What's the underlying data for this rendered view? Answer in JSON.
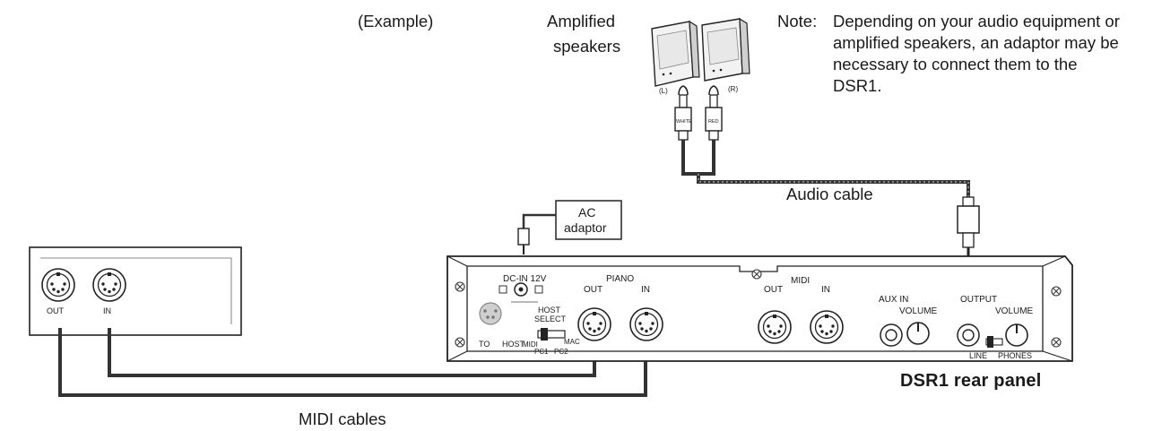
{
  "labels": {
    "example": "(Example)",
    "amplified_speakers_line1": "Amplified",
    "amplified_speakers_line2": "speakers",
    "note_prefix": "Note:",
    "note_text": "Depending on your audio equipment or amplified speakers, an adaptor may be necessary to connect them to the DSR1.",
    "audio_cable": "Audio cable",
    "midi_cables": "MIDI cables",
    "rear_panel_title": "DSR1 rear panel",
    "ac_adaptor_line1": "AC",
    "ac_adaptor_line2": "adaptor"
  },
  "speakers": {
    "left_label": "(L)",
    "right_label": "(R)",
    "left_plug": "WHITE",
    "right_plug": "RED"
  },
  "device": {
    "out_label": "OUT",
    "in_label": "IN"
  },
  "panel": {
    "dc_in": "DC-IN 12V",
    "piano": "PIANO",
    "piano_out": "OUT",
    "piano_in": "IN",
    "host_select_line1": "HOST",
    "host_select_line2": "SELECT",
    "to_host_to": "TO",
    "to_host_host": "HOST",
    "switch_midi": "MIDI",
    "switch_pc1": "PC1",
    "switch_mac": "MAC",
    "switch_pc2": "PC2",
    "midi": "MIDI",
    "midi_out": "OUT",
    "midi_in": "IN",
    "aux_in": "AUX IN",
    "aux_volume": "VOLUME",
    "output": "OUTPUT",
    "output_volume": "VOLUME",
    "line": "LINE",
    "phones": "PHONES"
  }
}
